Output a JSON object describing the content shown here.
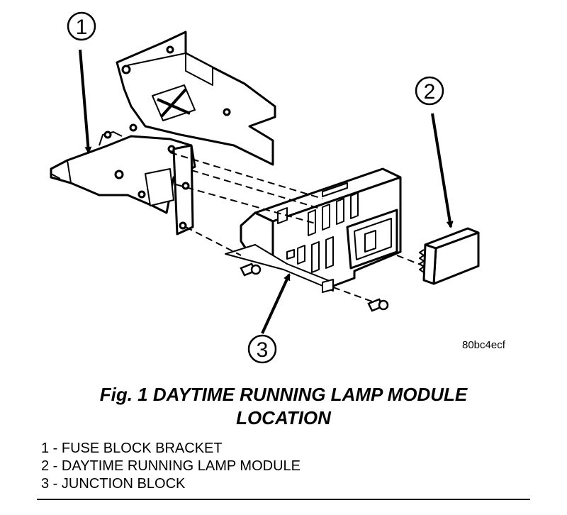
{
  "callouts": [
    {
      "number": "1"
    },
    {
      "number": "2"
    },
    {
      "number": "3"
    }
  ],
  "figure_code": "80bc4ecf",
  "caption": {
    "line1": "Fig. 1 DAYTIME RUNNING LAMP MODULE",
    "line2": "LOCATION"
  },
  "legend": [
    "1 - FUSE BLOCK BRACKET",
    "2 - DAYTIME RUNNING LAMP MODULE",
    "3 - JUNCTION BLOCK"
  ],
  "colors": {
    "line": "#000000",
    "background": "#ffffff"
  }
}
